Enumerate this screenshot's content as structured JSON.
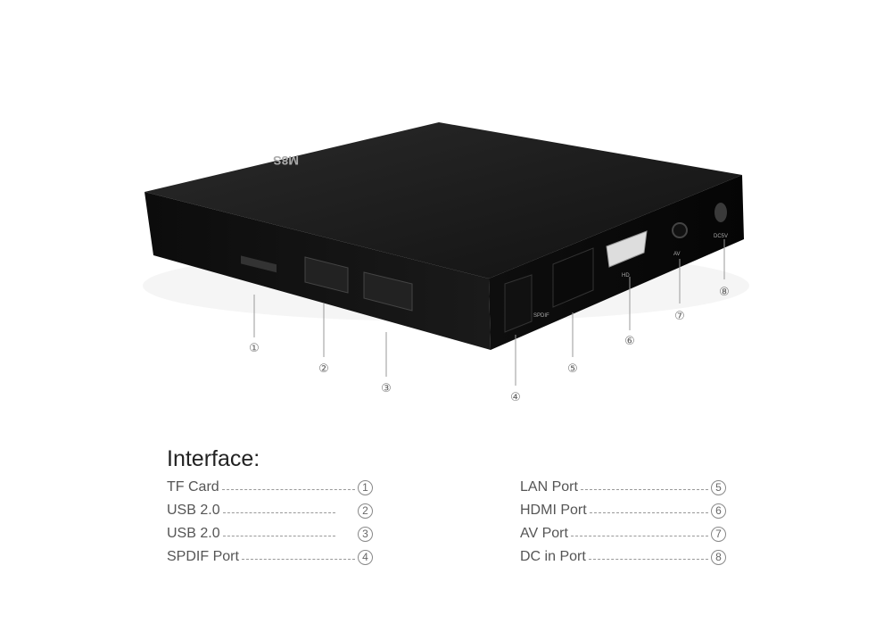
{
  "device": {
    "brand_mark": "M8S",
    "port_marks": {
      "spdif": "SPDIF",
      "hdmi": "HD",
      "av": "AV",
      "dc": "DC5V"
    }
  },
  "callouts": [
    "①",
    "②",
    "③",
    "④",
    "⑤",
    "⑥",
    "⑦",
    "⑧"
  ],
  "legend": {
    "title": "Interface:",
    "left": [
      {
        "label": "TF Card",
        "num": "1"
      },
      {
        "label": "USB 2.0",
        "num": "2"
      },
      {
        "label": "USB 2.0",
        "num": "3"
      },
      {
        "label": "SPDIF Port",
        "num": "4"
      }
    ],
    "right": [
      {
        "label": "LAN Port",
        "num": "5"
      },
      {
        "label": "HDMI Port",
        "num": "6"
      },
      {
        "label": "AV Port",
        "num": "7"
      },
      {
        "label": "DC in Port",
        "num": "8"
      }
    ]
  }
}
